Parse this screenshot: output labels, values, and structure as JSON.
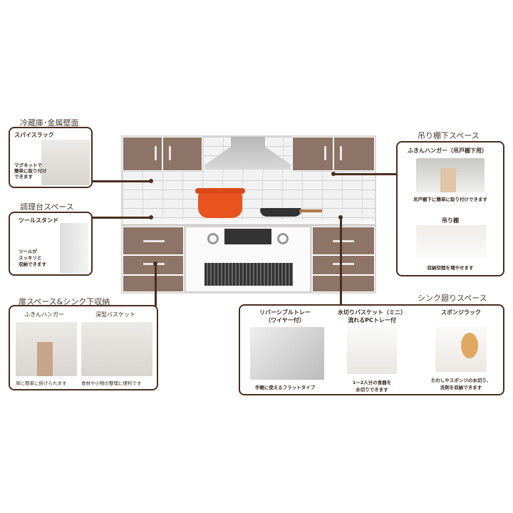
{
  "sections": {
    "fridge": {
      "title": "冷蔵庫･金属壁面",
      "product": "スパイスラック",
      "caption": [
        "マグネットで",
        "簡単に取り付け",
        "できます"
      ]
    },
    "counter": {
      "title": "調理台スペース",
      "product": "ツールスタンド",
      "caption": [
        "ツールが",
        "スッキリと",
        "収納できます"
      ]
    },
    "door": {
      "title": "扉スペース&シンク下収納",
      "items": [
        {
          "name": "ふきんハンガー",
          "caption": "扉に簡単に掛けられます"
        },
        {
          "name": "深型バスケット",
          "caption": "食材や小物の整理に便利です"
        }
      ]
    },
    "hanging": {
      "title": "吊り棚下スペース",
      "items": [
        {
          "name": "ふきんハンガー（吊戸棚下用）",
          "caption": "吊戸棚下に簡単に取り付けできます"
        },
        {
          "name": "吊り棚",
          "caption": "収納空間を増やせます"
        }
      ]
    },
    "sink": {
      "title": "シンク廻りスペース",
      "items": [
        {
          "name": [
            "リバーシブルトレー",
            "（ワイヤー付）"
          ],
          "caption": [
            "手軽に使えるフラットタイプ"
          ]
        },
        {
          "name": [
            "水切りバスケット（ミニ）",
            "流れるPCトレー付"
          ],
          "caption": [
            "1～2人分の食器を",
            "水切りできます"
          ]
        },
        {
          "name": [
            "スポンジラック"
          ],
          "caption": [
            "たわしやスポンジの水切り、",
            "洗剤を収納できます"
          ]
        }
      ]
    }
  },
  "colors": {
    "cabinet": "#8d7466",
    "frame": "#4a2e1e",
    "pot": "#e8541e"
  }
}
